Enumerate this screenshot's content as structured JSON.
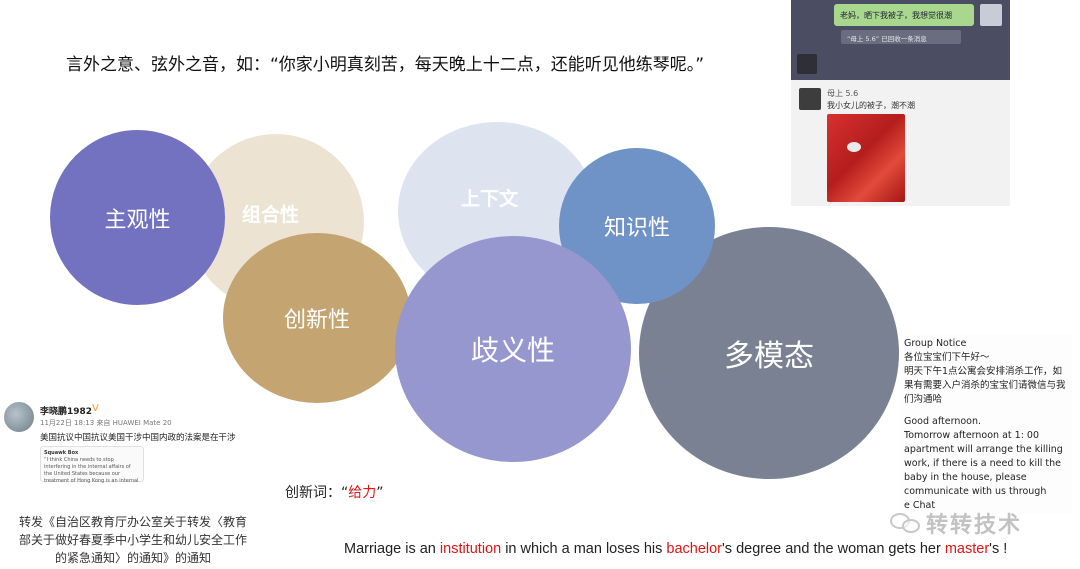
{
  "quote": "言外之意、弦外之音，如：“你家小明真刻苦，每天晚上十二点，还能听见他练琴呢。”",
  "circles": {
    "zhuguan": "主观性",
    "zuhe": "组合性",
    "chuangxin": "创新性",
    "shangxiawen": "上下文",
    "zhishi": "知识性",
    "qiyi": "歧义性",
    "duomotai": "多模态"
  },
  "colors": {
    "zhuguan": "#7372c0",
    "zuhe": "#ede3d3",
    "chuangxin": "#c4a572",
    "shangxiawen": "#dde3ef",
    "zhishi": "#6f93c6",
    "qiyi": "#9797d0",
    "duomotai": "#7a8192",
    "highlight": "#e01515"
  },
  "chat": {
    "message_green": "老妈，晒下我被子，我想觉很潮",
    "system_note": "“母上 5.6” 已回收一条消息",
    "sender_name": "母上 5.6",
    "message_reply": "我小女儿的被子，潮不潮"
  },
  "notice": {
    "title": "Group Notice",
    "zh_lines": [
      "各位宝宝们下午好～",
      "明天下午1点公寓会安排消杀工作，如果有需要入户消杀的宝宝们请微信与我们沟通哈"
    ],
    "en_lines": [
      "Good afternoon.",
      "Tomorrow afternoon at 1: 00 apartment will arrange the killing work, if there is a need to kill the baby in the house, please communicate with us through",
      "e Chat"
    ]
  },
  "weibo": {
    "name": "李晓鹏1982",
    "meta": "11月22日 18:13 来自 HUAWEI Mate 20",
    "text": "美国抗议中国抗议美国干涉中国内政的法案是在干涉",
    "card_handle": "Squawk Box",
    "card_text": "“I think China needs to stop interfering in the internal affairs of the United States because our treatment of Hong Kong is an internal"
  },
  "doc_title": "转发《自治区教育厅办公室关于转发〈教育部关于做好春夏季中小学生和幼儿安全工作的紧急通知〉的通知》的通知",
  "new_word": {
    "prefix": "创新词：",
    "open_quote": "“",
    "word": "给力",
    "close_quote": "”"
  },
  "marriage": {
    "p1": "Marriage is an ",
    "w1": "institution",
    "p2": " in which a man loses his ",
    "w2": "bachelor",
    "p3": "'s degree and the woman gets her ",
    "w3": "master",
    "p4": "'s !"
  },
  "watermark": "转转技术",
  "icons": {
    "weibo_v": "verified-v-icon",
    "watermark": "wechat-icon"
  }
}
